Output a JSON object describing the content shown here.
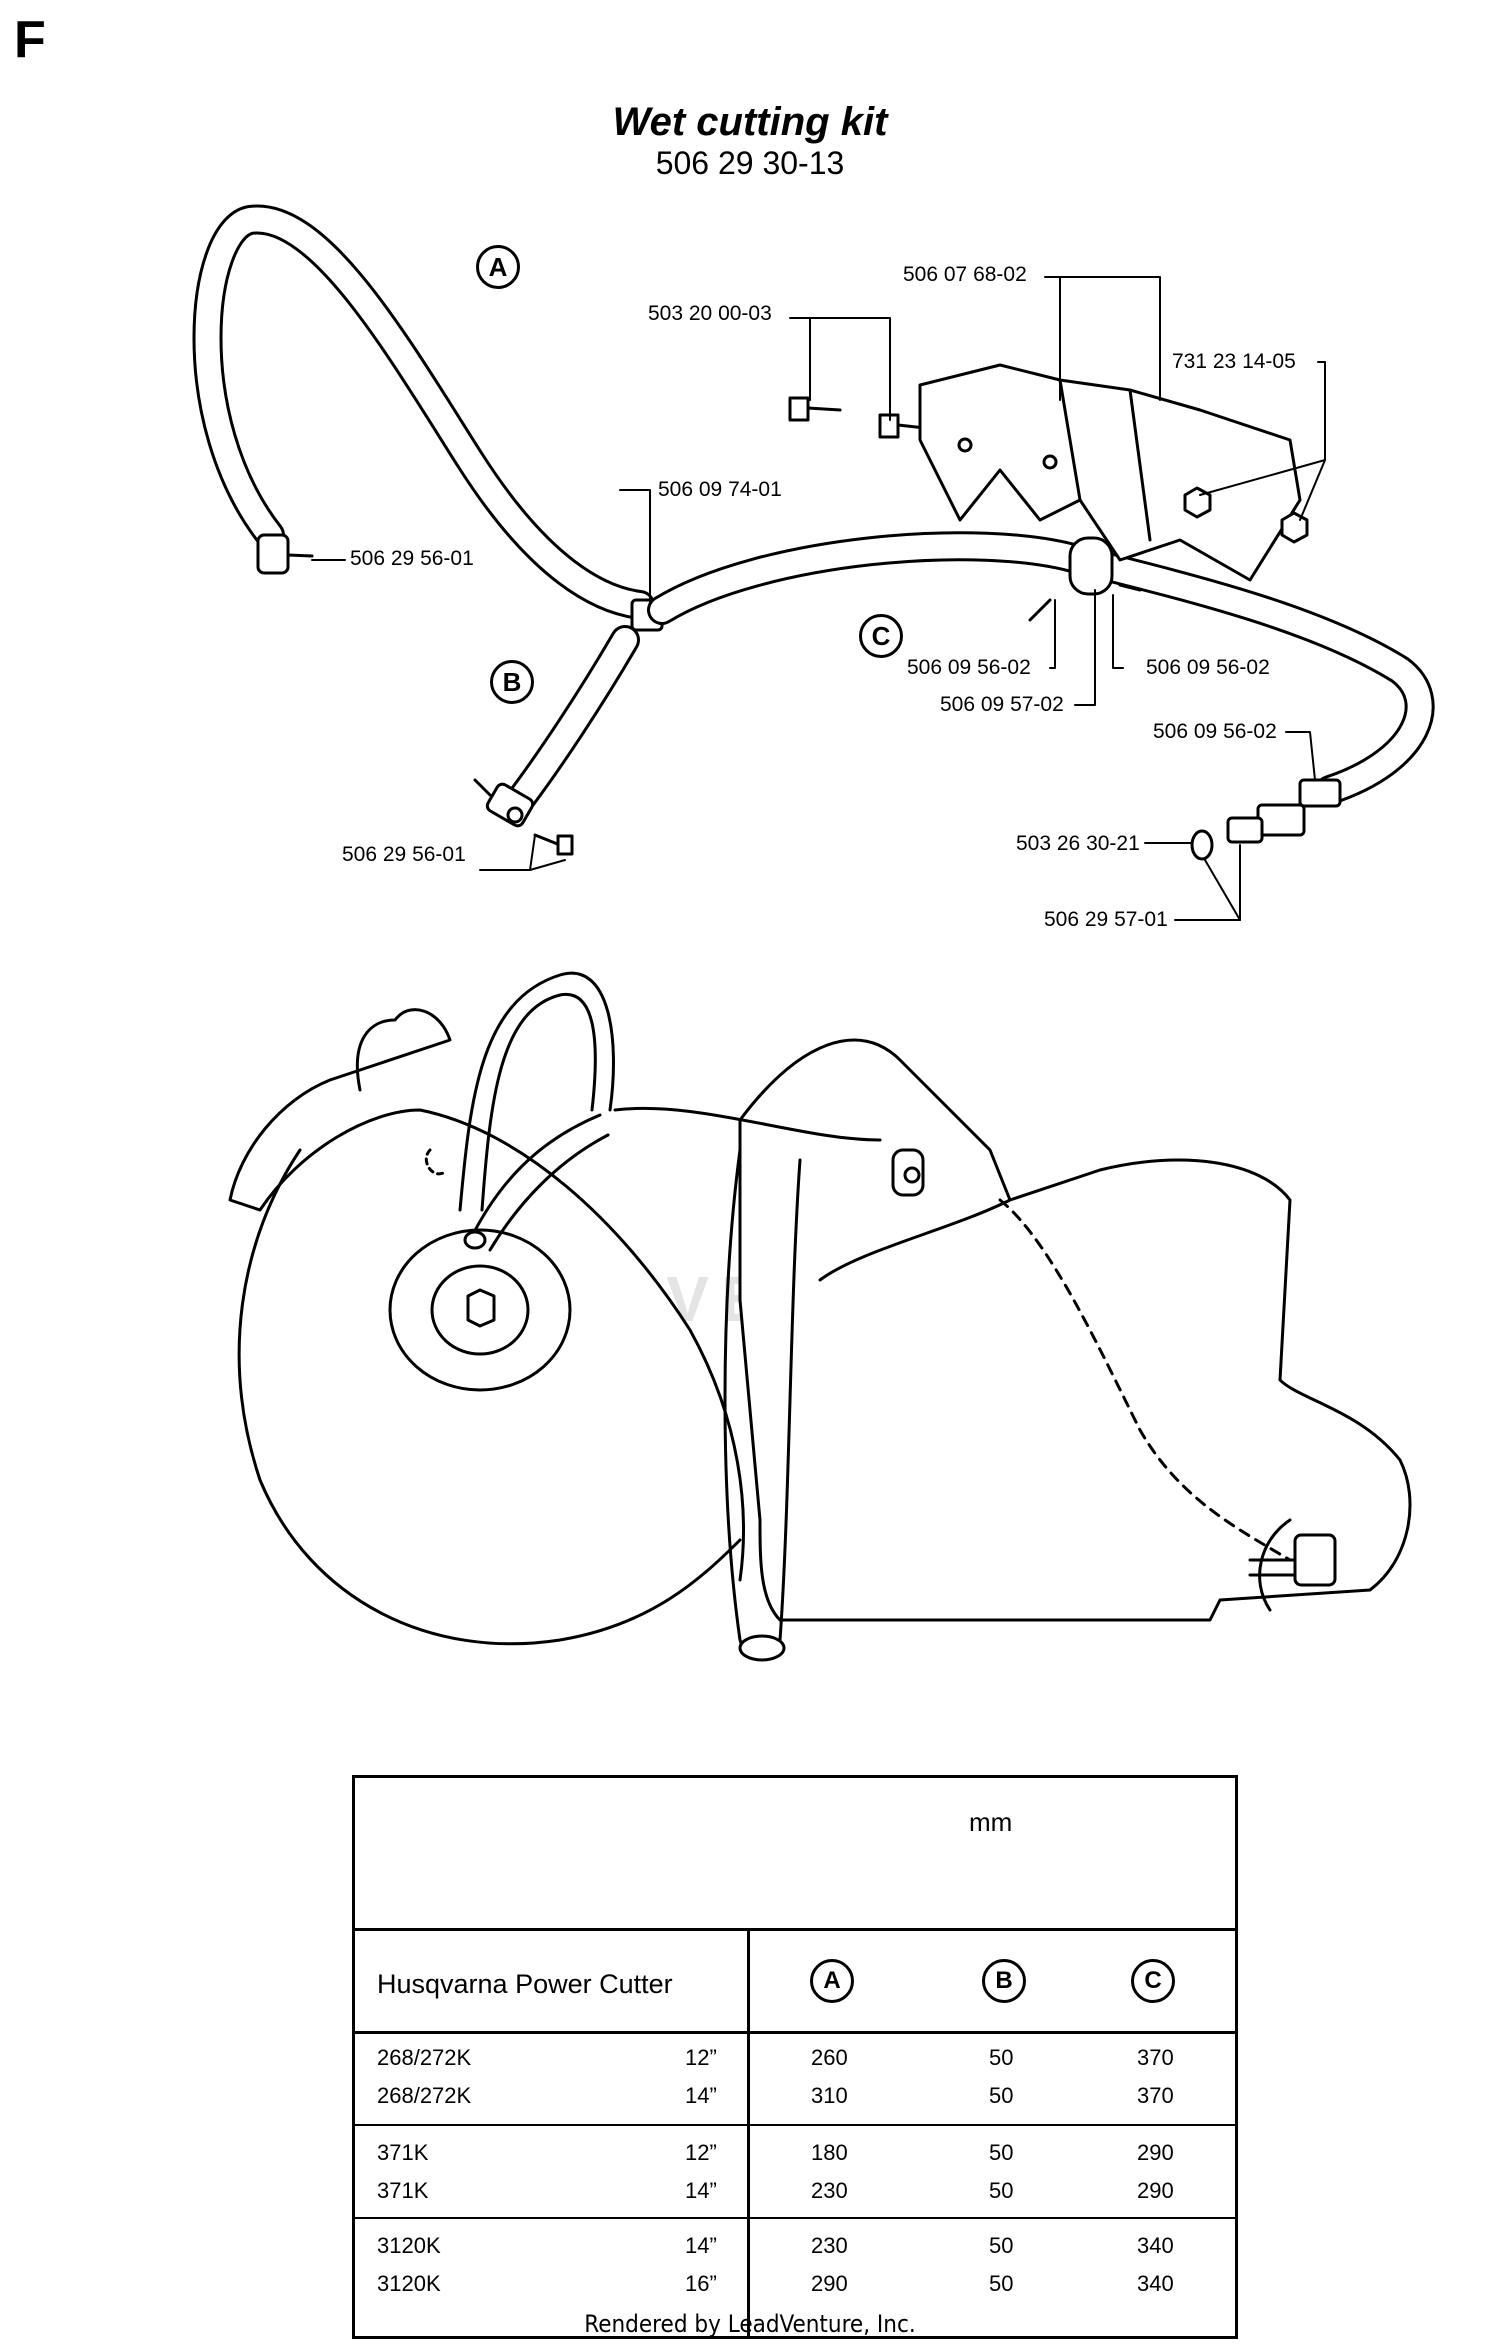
{
  "section": "F",
  "title": "Wet cutting kit",
  "kit_number": "506 29 30-13",
  "callouts": {
    "a": "A",
    "b": "B",
    "c": "C"
  },
  "parts": {
    "hose_a_nipple": "506 29 56-01",
    "bracket": "506 07 68-02",
    "screw": "503 20 00-03",
    "nut": "731 23 14-05",
    "t_connector": "506 09 74-01",
    "clamp_left": "506 09 56-02",
    "clamp_right": "506 09 56-02",
    "valve": "506 09 57-02",
    "clamp_coupling": "506 09 56-02",
    "o_ring": "503 26 30-21",
    "coupling": "506 29 57-01",
    "hose_b_nipple": "506 29 56-01"
  },
  "watermark": "LEADVENTURE",
  "table": {
    "unit_label": "mm",
    "header": "Husqvarna Power Cutter",
    "columns": [
      "A",
      "B",
      "C"
    ],
    "groups": [
      {
        "rows": [
          {
            "model": "268/272K",
            "size": "12”",
            "a": "260",
            "b": "50",
            "c": "370"
          },
          {
            "model": "268/272K",
            "size": "14”",
            "a": "310",
            "b": "50",
            "c": "370"
          }
        ]
      },
      {
        "rows": [
          {
            "model": "371K",
            "size": "12”",
            "a": "180",
            "b": "50",
            "c": "290"
          },
          {
            "model": "371K",
            "size": "14”",
            "a": "230",
            "b": "50",
            "c": "290"
          }
        ]
      },
      {
        "rows": [
          {
            "model": "3120K",
            "size": "14”",
            "a": "230",
            "b": "50",
            "c": "340"
          },
          {
            "model": "3120K",
            "size": "16”",
            "a": "290",
            "b": "50",
            "c": "340"
          }
        ]
      }
    ]
  },
  "footer": "Rendered by LeadVenture, Inc."
}
